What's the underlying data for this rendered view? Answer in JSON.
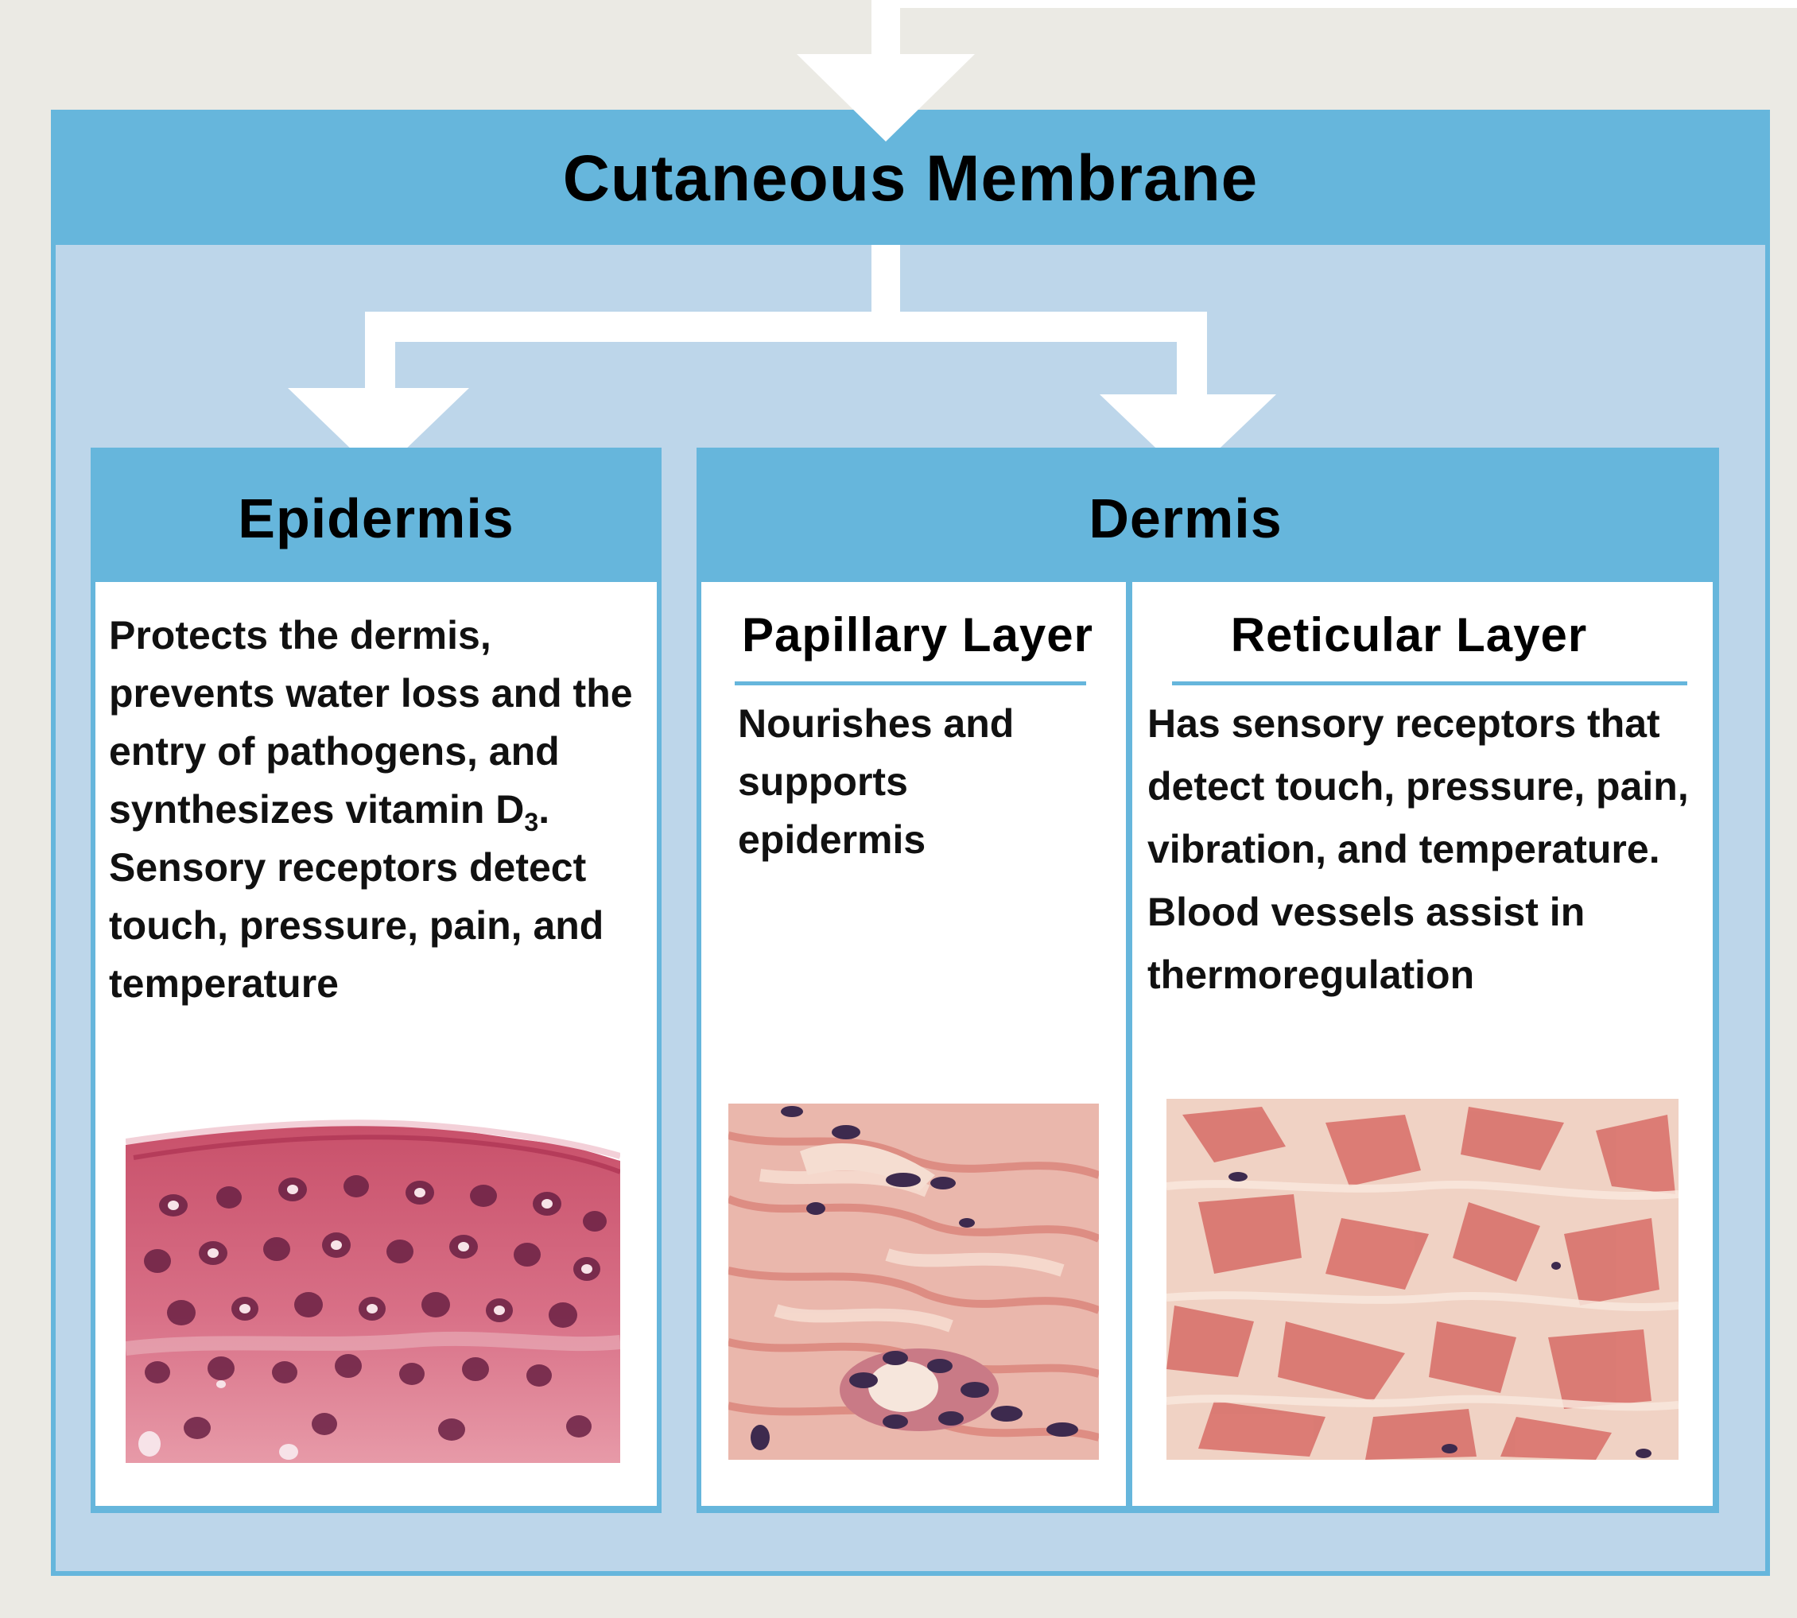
{
  "colors": {
    "page_background": "#ebeae4",
    "header_blue": "#66b6dc",
    "frame_light_blue": "#bdd6ea",
    "card_white": "#ffffff",
    "arrow_white": "#ffffff"
  },
  "diagram": {
    "root": {
      "title": "Cutaneous Membrane"
    },
    "epidermis": {
      "title": "Epidermis",
      "description_before_subscript": "Protects the dermis, prevents water loss and the entry of pathogens, and synthesizes vitamin D",
      "description_subscript": "3",
      "description_after_subscript": ". Sensory receptors detect touch, pressure, pain, and temperature",
      "image_icon": "epidermis-micrograph-icon"
    },
    "dermis": {
      "title": "Dermis",
      "papillary": {
        "title": "Papillary Layer",
        "description": "Nourishes and supports epidermis",
        "image_icon": "papillary-micrograph-icon"
      },
      "reticular": {
        "title": "Reticular Layer",
        "description": "Has sensory receptors that detect touch, pressure, pain, vibration, and temperature. Blood vessels assist in thermoregulation",
        "image_icon": "reticular-micrograph-icon"
      }
    }
  }
}
